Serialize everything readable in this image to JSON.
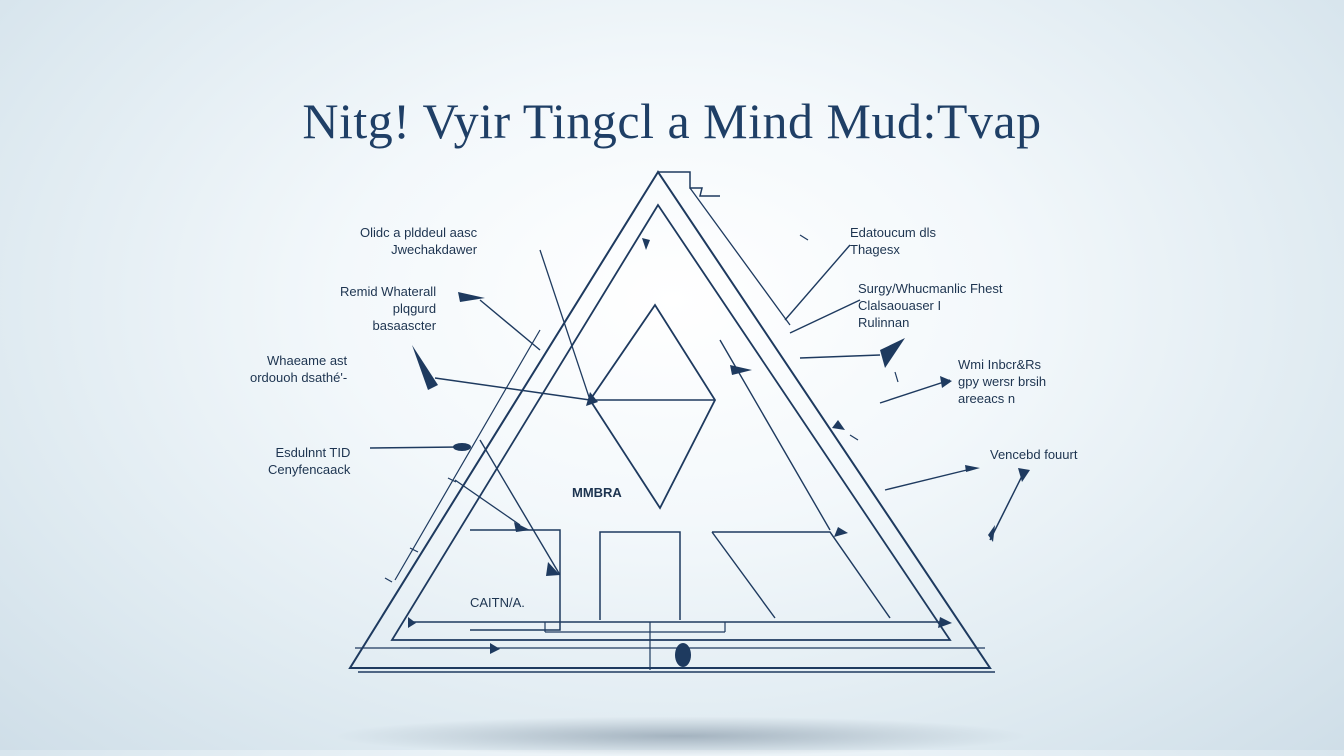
{
  "title": "Nitg! Vyir Tingcl a  Mind Mud:Tvap",
  "labels": {
    "l1": [
      "Olidc a plddeul aasc",
      "Jwechakdawer"
    ],
    "l2": [
      "Remid Whaterall",
      "plqgurd",
      "basaascter"
    ],
    "l3": [
      "Whaeame ast",
      "ordouoh dsathé'-"
    ],
    "l4": [
      "Esdulnnt TID",
      "Cenyfencaack"
    ],
    "r1": [
      "Edatoucum dls",
      "Thagesx"
    ],
    "r2": [
      "Surgy/Whucmanlic Fhest",
      "Clalsaouaser I",
      "Rulinnan"
    ],
    "r3": [
      "Wmi Inbcr&Rs",
      "gpy wersr brsih",
      "areeacs n"
    ],
    "r4": [
      "Vencebd fouurt"
    ]
  },
  "inner": {
    "center": "MMBRA",
    "bottom_left": "CAITN/A."
  },
  "colors": {
    "line": "#1e3a5f",
    "title": "#1f3f66",
    "text": "#1d3450"
  }
}
